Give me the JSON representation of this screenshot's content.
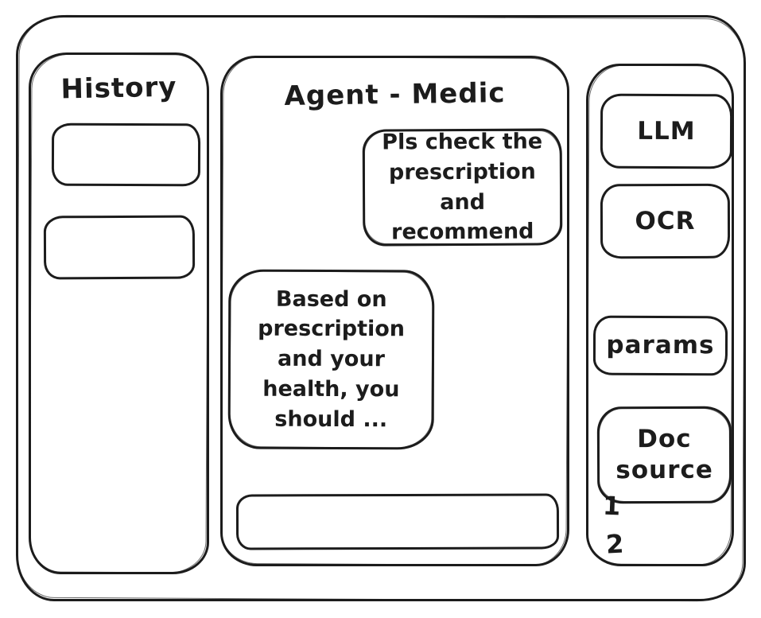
{
  "colors": {
    "ink": "#1c1c1c",
    "background": "#ffffff"
  },
  "left_sidebar": {
    "title": "History",
    "items": [
      {
        "label": ""
      },
      {
        "label": ""
      }
    ]
  },
  "chat": {
    "title": "Agent - Medic",
    "messages": [
      {
        "role": "user",
        "text": "Pls check the prescription and recommend"
      },
      {
        "role": "agent",
        "text": "Based on prescription and your health, you should ..."
      }
    ],
    "input": {
      "value": "",
      "placeholder": ""
    }
  },
  "right_sidebar": {
    "tools": [
      {
        "label": "LLM"
      },
      {
        "label": "OCR"
      },
      {
        "label": "params"
      },
      {
        "label": "Doc source"
      }
    ],
    "doc_source_items": [
      "1",
      "2"
    ]
  }
}
